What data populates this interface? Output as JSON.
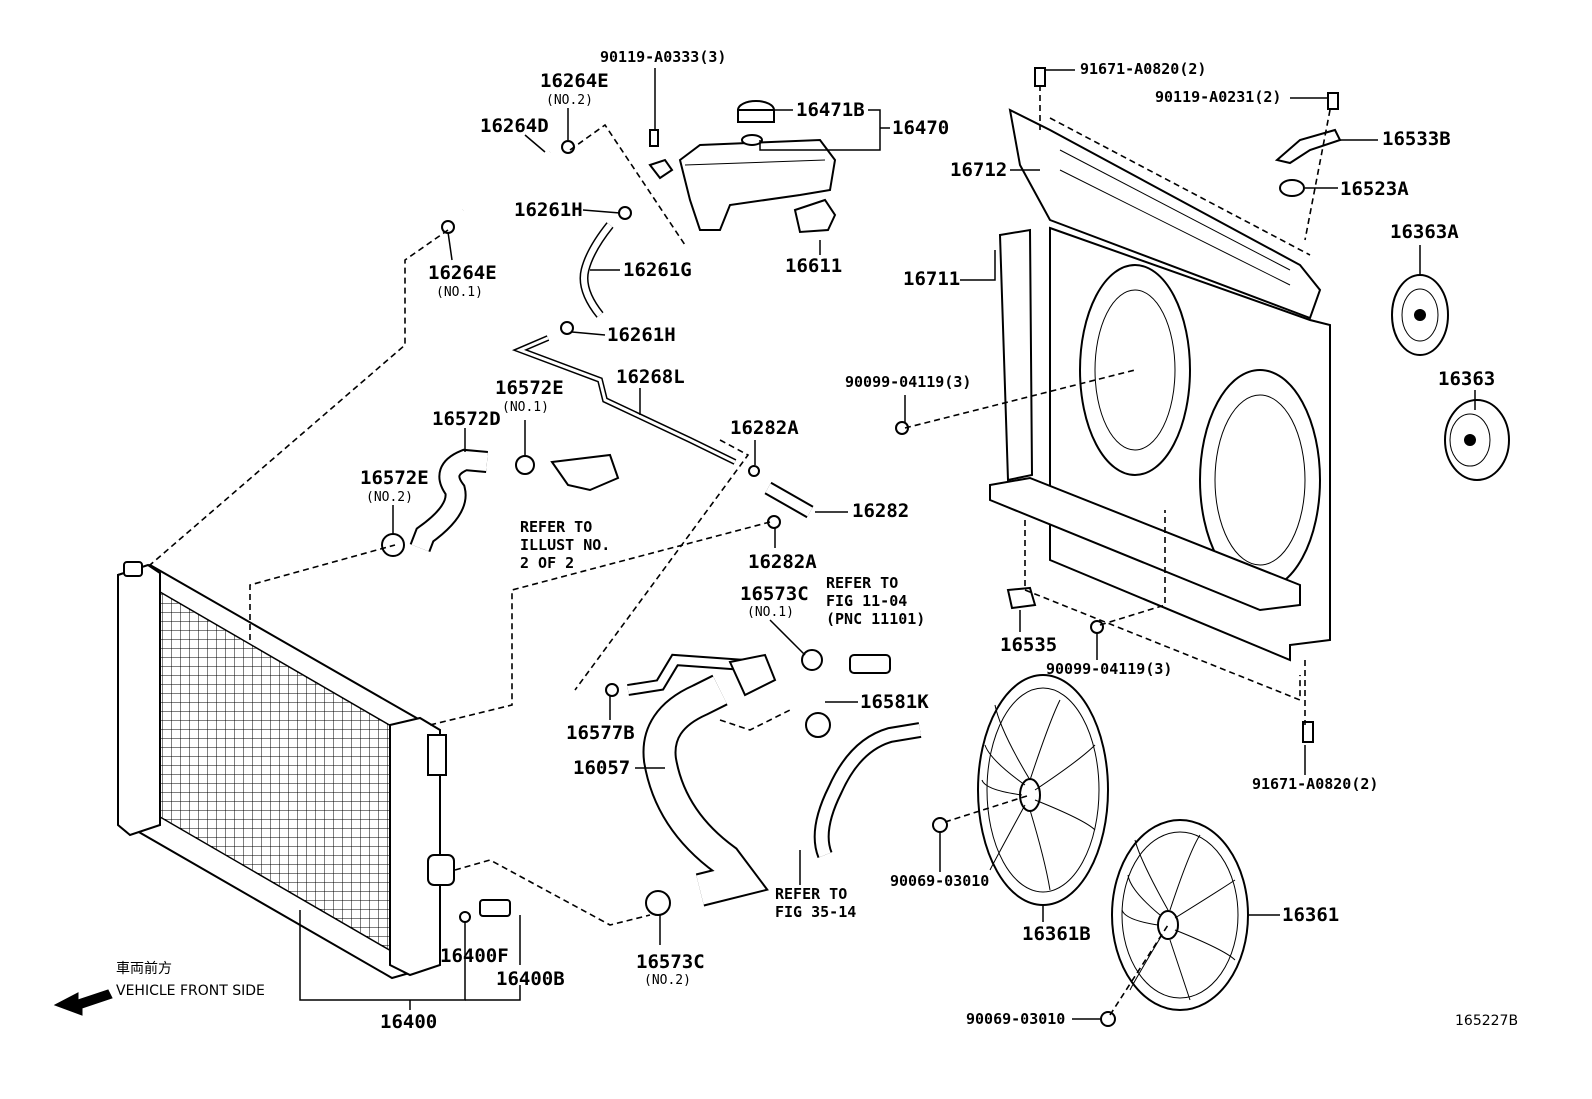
{
  "labels": {
    "p90119_a0333": "90119-A0333(3)",
    "p16264e_top": "16264E",
    "no2_a": "(NO.2)",
    "p16264d": "16264D",
    "p16471b": "16471B",
    "p16470": "16470",
    "p16261h_a": "16261H",
    "p16611": "16611",
    "p16264e_bot": "16264E",
    "no1_a": "(NO.1)",
    "p16261g": "16261G",
    "p16261h_b": "16261H",
    "p16268l": "16268L",
    "p16572e_top": "16572E",
    "no1_b": "(NO.1)",
    "p16572d": "16572D",
    "p16572e_bot": "16572E",
    "no2_b": "(NO.2)",
    "p16282a_a": "16282A",
    "p16282": "16282",
    "p16282a_b": "16282A",
    "p16573c_a": "16573C",
    "no1_c": "(NO.1)",
    "p16581k": "16581K",
    "p16577b": "16577B",
    "p16057": "16057",
    "p16573c_b": "16573C",
    "no2_c": "(NO.2)",
    "p16400f": "16400F",
    "p16400b": "16400B",
    "p16400": "16400",
    "p91671_a0820_top": "91671-A0820(2)",
    "p90119_a0231": "90119-A0231(2)",
    "p16533b": "16533B",
    "p16712": "16712",
    "p16523a": "16523A",
    "p16363a": "16363A",
    "p16711": "16711",
    "p16363": "16363",
    "p90099_04119_a": "90099-04119(3)",
    "p16535": "16535",
    "p90099_04119_b": "90099-04119(3)",
    "p91671_a0820_bot": "91671-A0820(2)",
    "p90069_03010_a": "90069-03010",
    "p16361b": "16361B",
    "p16361": "16361",
    "p90069_03010_b": "90069-03010",
    "figure_id": "165227B"
  },
  "notes": {
    "refer_illust": [
      "REFER TO",
      "ILLUST NO.",
      "2 OF 2"
    ],
    "refer_fig_11_04": [
      "REFER TO",
      "FIG 11-04",
      "(PNC 11101)"
    ],
    "refer_fig_35_14": [
      "REFER TO",
      "FIG 35-14"
    ]
  },
  "front_side": {
    "japanese": "車両前方",
    "english": "VEHICLE FRONT SIDE"
  }
}
